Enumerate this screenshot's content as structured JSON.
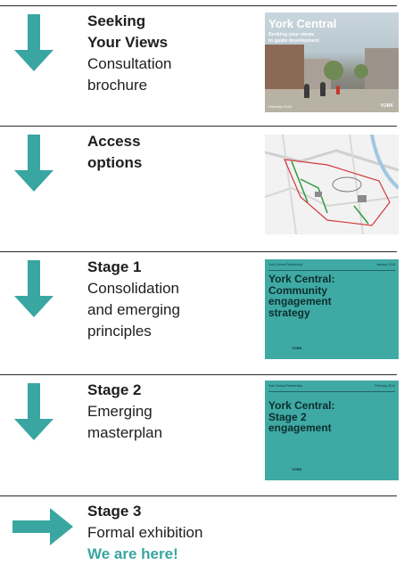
{
  "colors": {
    "accent": "#3aa6a2",
    "teal_cover": "#3fa9a4",
    "rule": "#2a2a2a"
  },
  "rows": [
    {
      "icon": "arrow-down-icon",
      "title_lines": [
        "Seeking",
        "Your Views"
      ],
      "desc_lines": [
        "Consultation",
        "brochure"
      ],
      "thumb": {
        "kind": "photo-cover",
        "title": "York Central",
        "subtitle_lines": [
          "Seeking your views",
          "to guide development"
        ],
        "date": "February 2018",
        "logo": "YORK"
      }
    },
    {
      "icon": "arrow-down-icon",
      "title_lines": [
        "Access",
        "options"
      ],
      "desc_lines": [],
      "thumb": {
        "kind": "site-map"
      }
    },
    {
      "icon": "arrow-down-icon",
      "title_lines": [
        "Stage 1"
      ],
      "desc_lines": [
        "Consolidation",
        "and emerging",
        "principles"
      ],
      "thumb": {
        "kind": "teal-cover",
        "header_left": "York Central Partnership",
        "header_right": "January 2018",
        "lines": [
          "York Central:",
          "Community",
          "engagement",
          "strategy"
        ],
        "logo": "YORK"
      }
    },
    {
      "icon": "arrow-down-icon",
      "title_lines": [
        "Stage 2"
      ],
      "desc_lines": [
        "Emerging",
        "masterplan"
      ],
      "thumb": {
        "kind": "teal-cover",
        "header_left": "York Central Partnership",
        "header_right": "February 2019",
        "lines": [
          "York Central:",
          "Stage 2",
          "engagement"
        ],
        "logo": "YORK"
      }
    },
    {
      "icon": "arrow-right-icon",
      "title_lines": [
        "Stage 3"
      ],
      "desc_lines": [
        "Formal exhibition"
      ],
      "highlight": "We are here!"
    }
  ]
}
